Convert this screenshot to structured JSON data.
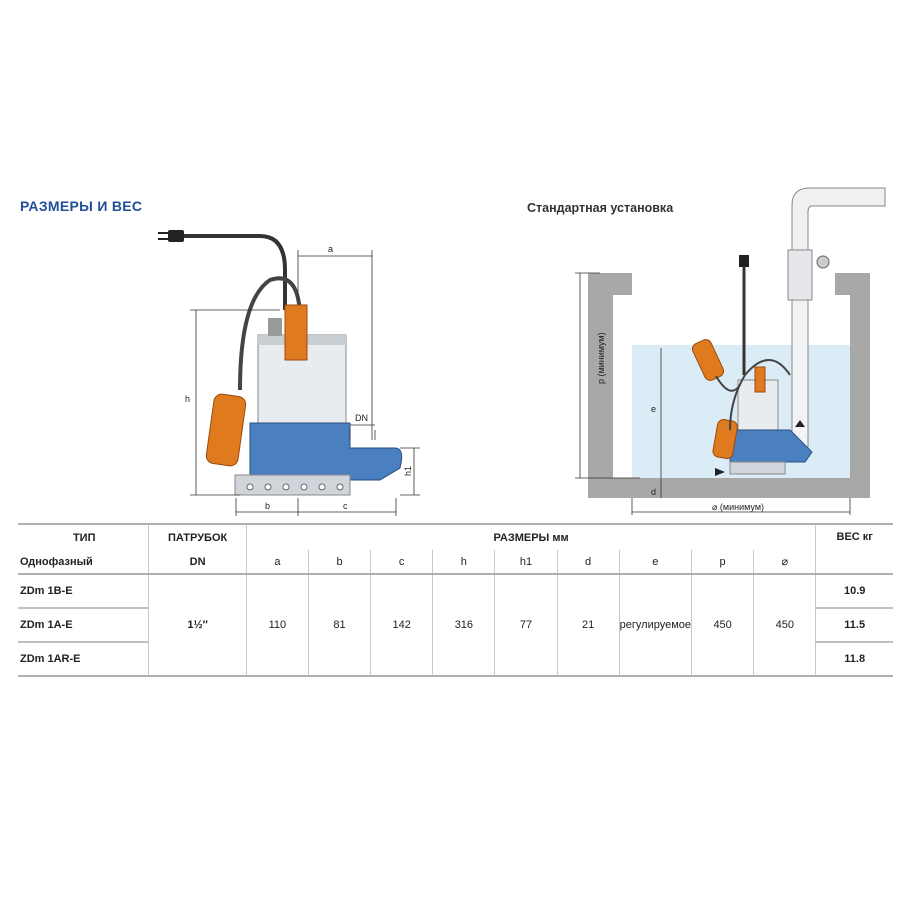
{
  "header": {
    "title": "РАЗМЕРЫ И ВЕС",
    "subtitle": "Стандартная установка"
  },
  "diagram_pump": {
    "labels": {
      "a": "a",
      "h": "h",
      "dn": "DN",
      "h1": "h1",
      "b": "b",
      "c": "c"
    }
  },
  "diagram_install": {
    "labels": {
      "p": "p (минимум)",
      "e": "e",
      "d": "d",
      "width": "⌀ (минимум)"
    }
  },
  "colors": {
    "accent": "#1f4e9a",
    "water": "#dcecf7",
    "pump_base": "#4a7fc0",
    "float": "#e07a1f",
    "wall": "#a8a8a8"
  },
  "table": {
    "col_type": "ТИП",
    "col_type_sub": "Однофазный",
    "col_dn": "ПАТРУБОК",
    "col_dn_sub": "DN",
    "col_dims": "РАЗМЕРЫ  мм",
    "col_weight": "ВЕС  кг",
    "dim_headers": [
      "a",
      "b",
      "c",
      "h",
      "h1",
      "d",
      "e",
      "p",
      "⌀"
    ],
    "dn_value": "1½″",
    "dim_values": [
      "110",
      "81",
      "142",
      "316",
      "77",
      "21",
      "регулируемое",
      "450",
      "450"
    ],
    "rows": [
      {
        "model": "ZDm 1B-E",
        "weight": "10.9"
      },
      {
        "model": "ZDm 1A-E",
        "weight": "11.5"
      },
      {
        "model": "ZDm 1AR-E",
        "weight": "11.8"
      }
    ]
  }
}
